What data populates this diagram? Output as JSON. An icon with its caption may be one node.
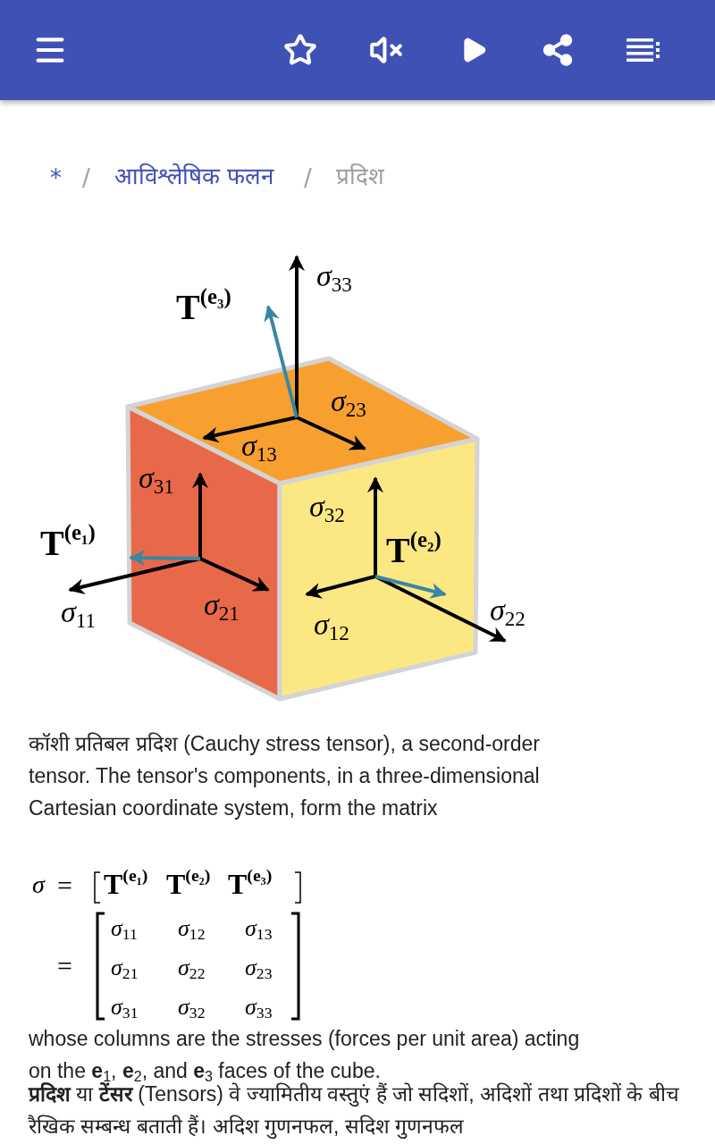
{
  "diagram": {
    "labels": [
      "*",
      "/",
      "आविश्लेषिक फलन",
      "/",
      "प्रदिश",
      "σ$_{33}$",
      "T$^{(e₃)}$",
      "σ$_{23}$",
      "σ$_{13}$",
      "σ$_{31}$",
      "σ$_{32}$",
      "T$^{(e₁)}$",
      "T$^{(e₂)}$",
      "σ$_{11}$",
      "σ$_{21}$",
      "σ$_{12}$",
      "σ$_{22}$",
      "कॉशी प्रतिबल प्रदिश (Cauchy stress tensor), a second-order tensor. The tensor's components, in a three-dimensional Cartesian coordinate system, form the matrix",
      "σ",
      "=",
      "T$^{(e₁)}$",
      "T$^{(e₂)}$",
      "T$^{(e₃)}$",
      "=",
      "σ$_{11}$",
      "σ$_{12}$",
      "σ$_{13}$",
      "σ$_{21}$",
      "σ$_{22}$",
      "σ$_{23}$",
      "σ$_{31}$",
      "σ$_{32}$",
      "σ$_{33}$",
      "whose columns are the stresses (forces per unit area) acting on the **e**$_{1}$, **e**$_{2}$, and **e**$_{3}$ faces of the cube.",
      "**प्रदिश** या **टेंसर** (Tensors) वे ज्यामितीय वस्तुएं हैं जो सदिशों, अदिशों तथा प्रदिशों के बीच रैखिक सम्बन्ध बताती हैं। अदिश गुणनफल, सदिश गुणनफल"
    ]
  }
}
